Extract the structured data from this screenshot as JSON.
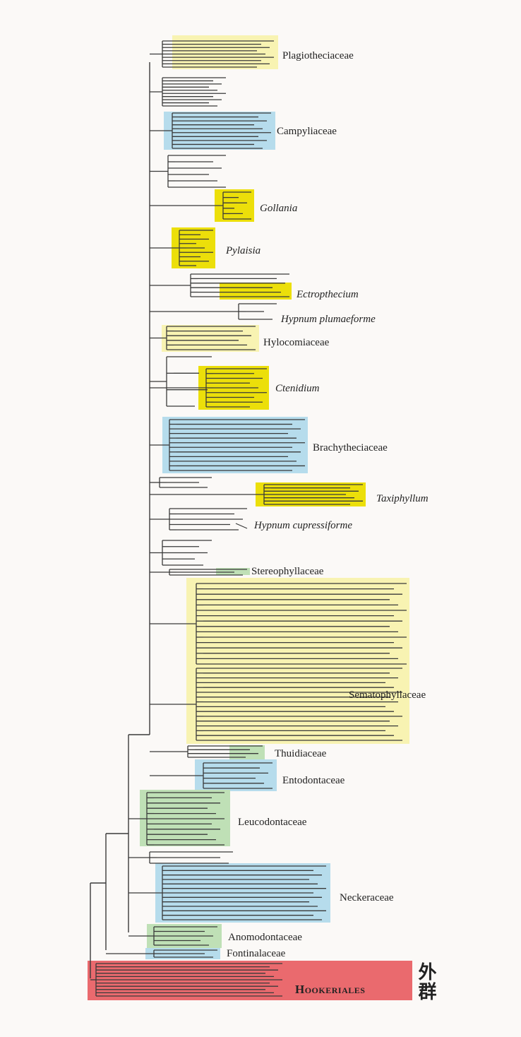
{
  "colors": {
    "pale_yellow": "#f8f3b2",
    "bright_yellow": "#ecdf0a",
    "blue": "#b6dcec",
    "green": "#bfe0b6",
    "red": "#ea6a6e",
    "branch": "#3a3a3a"
  },
  "outgroup_label": "外群",
  "clades": [
    {
      "id": "plagiotheciaceae",
      "label": "Plagiotheciaceae",
      "style": "normal",
      "color": "pale_yellow"
    },
    {
      "id": "campyliaceae",
      "label": "Campyliaceae",
      "style": "normal",
      "color": "blue"
    },
    {
      "id": "gollania",
      "label": "Gollania",
      "style": "italic",
      "color": "bright_yellow"
    },
    {
      "id": "pylaisia",
      "label": "Pylaisia",
      "style": "italic",
      "color": "bright_yellow"
    },
    {
      "id": "ectropothecium",
      "label": "Ectropthecium",
      "style": "italic",
      "color": "bright_yellow"
    },
    {
      "id": "hypnum-plumaeforme",
      "label": "Hypnum plumaeforme",
      "style": "italic",
      "color": "none"
    },
    {
      "id": "hylocomiaceae",
      "label": "Hylocomiaceae",
      "style": "normal",
      "color": "pale_yellow"
    },
    {
      "id": "ctenidium",
      "label": "Ctenidium",
      "style": "italic",
      "color": "bright_yellow"
    },
    {
      "id": "brachytheciaceae",
      "label": "Brachytheciaceae",
      "style": "normal",
      "color": "blue"
    },
    {
      "id": "taxiphyllum",
      "label": "Taxiphyllum",
      "style": "italic",
      "color": "bright_yellow"
    },
    {
      "id": "hypnum-cupressiforme",
      "label": "Hypnum cupressiforme",
      "style": "italic",
      "color": "none"
    },
    {
      "id": "stereophyllaceae",
      "label": "Stereophyllaceae",
      "style": "normal",
      "color": "green"
    },
    {
      "id": "sematophyllaceae",
      "label": "Sematophyllaceae",
      "style": "normal",
      "color": "pale_yellow"
    },
    {
      "id": "thuidiaceae",
      "label": "Thuidiaceae",
      "style": "normal",
      "color": "green"
    },
    {
      "id": "entodontaceae",
      "label": "Entodontaceae",
      "style": "normal",
      "color": "blue"
    },
    {
      "id": "leucodontaceae",
      "label": "Leucodontaceae",
      "style": "normal",
      "color": "green"
    },
    {
      "id": "neckeraceae",
      "label": "Neckeraceae",
      "style": "normal",
      "color": "blue"
    },
    {
      "id": "anomodontaceae",
      "label": "Anomodontaceae",
      "style": "normal",
      "color": "green"
    },
    {
      "id": "fontinalaceae",
      "label": "Fontinalaceae",
      "style": "normal",
      "color": "blue"
    },
    {
      "id": "hookeriales",
      "label": "Hookeriales",
      "style": "smallcaps",
      "color": "red"
    }
  ]
}
